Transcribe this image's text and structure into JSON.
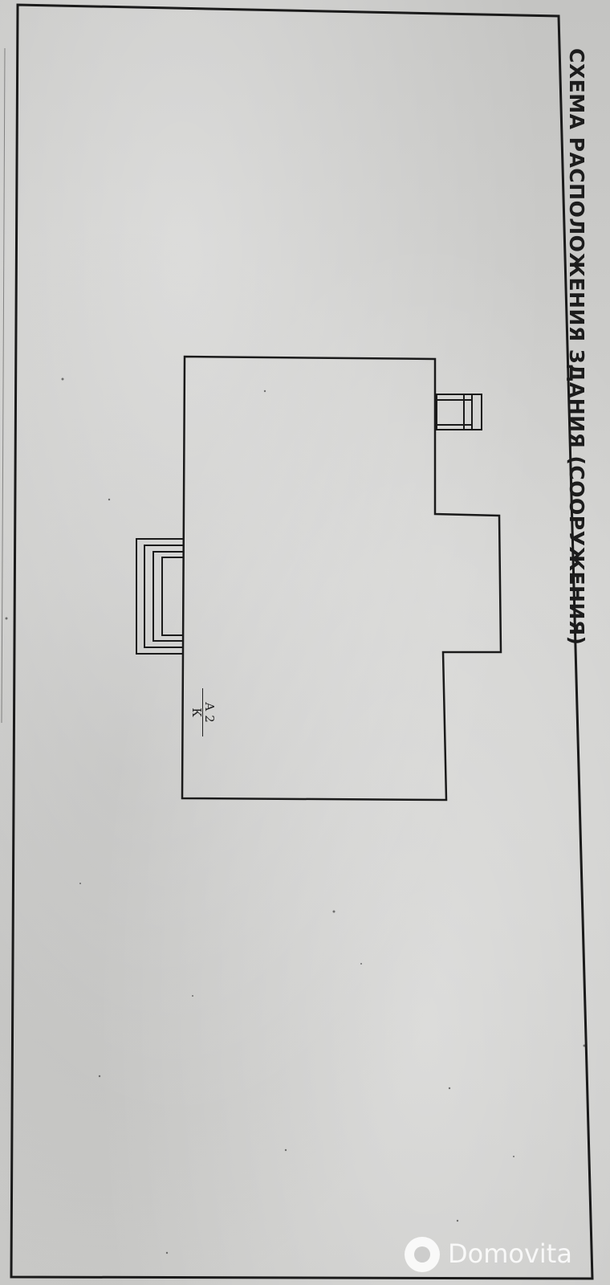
{
  "title": "СХЕМА РАСПОЛОЖЕНИЯ ЗДАНИЯ (СООРУЖЕНИЯ)",
  "lot_label": {
    "numerator": "А 2",
    "denominator": "К"
  },
  "watermark": {
    "text": "Domovita",
    "icon": "domovita-logo-icon"
  },
  "colors": {
    "line": "#1a1a1a",
    "paper": "#cfcfcd"
  }
}
